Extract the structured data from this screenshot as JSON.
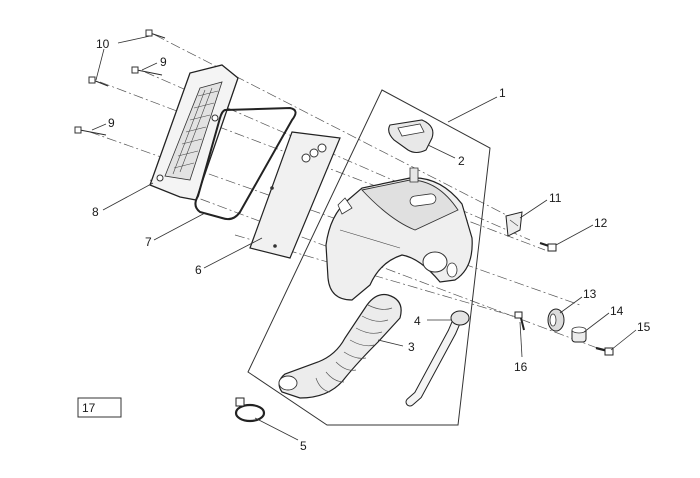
{
  "diagram": {
    "callouts": [
      "1",
      "2",
      "3",
      "4",
      "5",
      "6",
      "7",
      "8",
      "9",
      "9",
      "10",
      "11",
      "12",
      "13",
      "14",
      "15",
      "16"
    ],
    "reference_box": "17"
  }
}
